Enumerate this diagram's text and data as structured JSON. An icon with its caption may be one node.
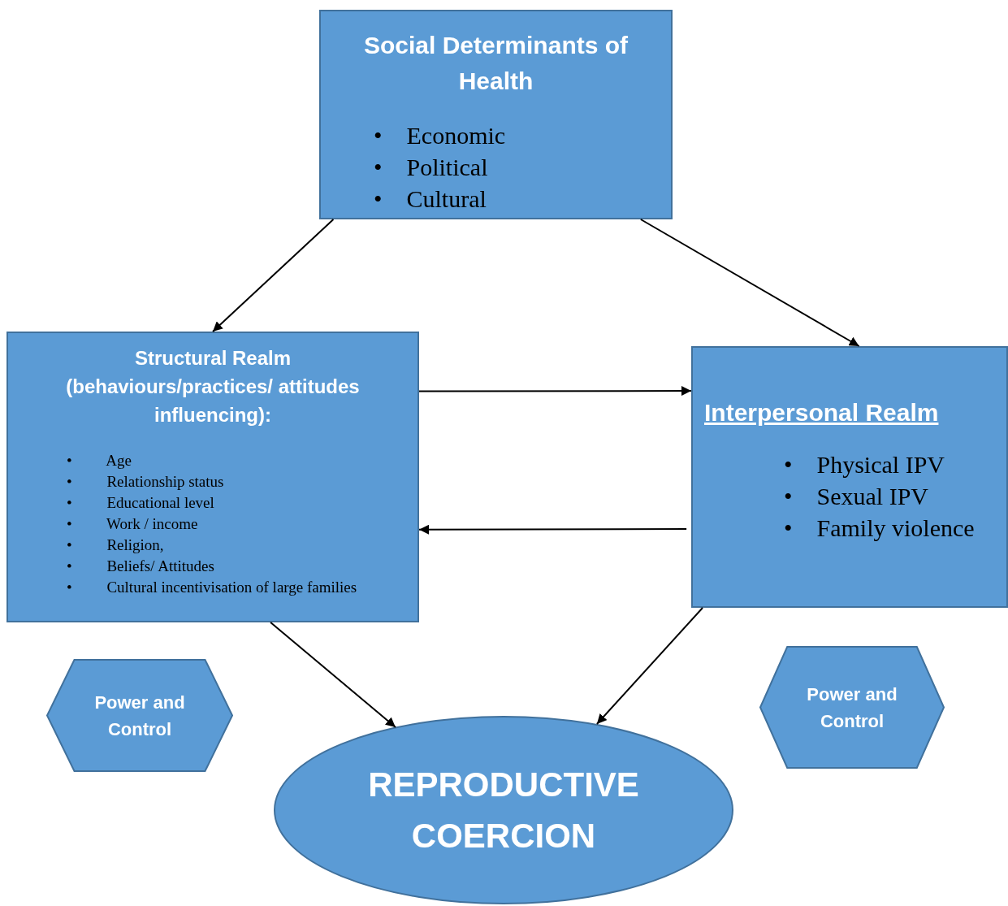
{
  "diagram": {
    "nodes": [
      {
        "text": [
          "Social Determinants of Health",
          "•    Economic",
          "•    Political",
          "•    Cultural"
        ]
      },
      {
        "text": [
          "Structural Realm (behaviours/practices/ attitudes influencing):",
          "•         Age",
          "•         Relationship status",
          "•         Educational level",
          "•         Work / income",
          "•         Religion,",
          "•         Beliefs/ Attitudes",
          "•         Cultural incentivisation of large families"
        ]
      },
      {
        "text": [
          "Interpersonal Realm",
          "•    Physical IPV",
          "•    Sexual IPV",
          "•    Family violence"
        ]
      },
      {
        "text": [
          "Power and Control"
        ]
      },
      {
        "text": [
          "REPRODUCTIVE COERCION"
        ]
      },
      {
        "text": [
          "Power and Control"
        ]
      }
    ],
    "edges": [
      {
        "from": 0,
        "to": 1,
        "arrow": "to"
      },
      {
        "from": 0,
        "to": 2,
        "arrow": "to"
      },
      {
        "from": 1,
        "to": 2,
        "arrow": "to"
      },
      {
        "from": 2,
        "to": 1,
        "arrow": "to"
      },
      {
        "from": 1,
        "to": 4,
        "arrow": "to"
      },
      {
        "from": 2,
        "to": 4,
        "arrow": "to"
      }
    ]
  }
}
